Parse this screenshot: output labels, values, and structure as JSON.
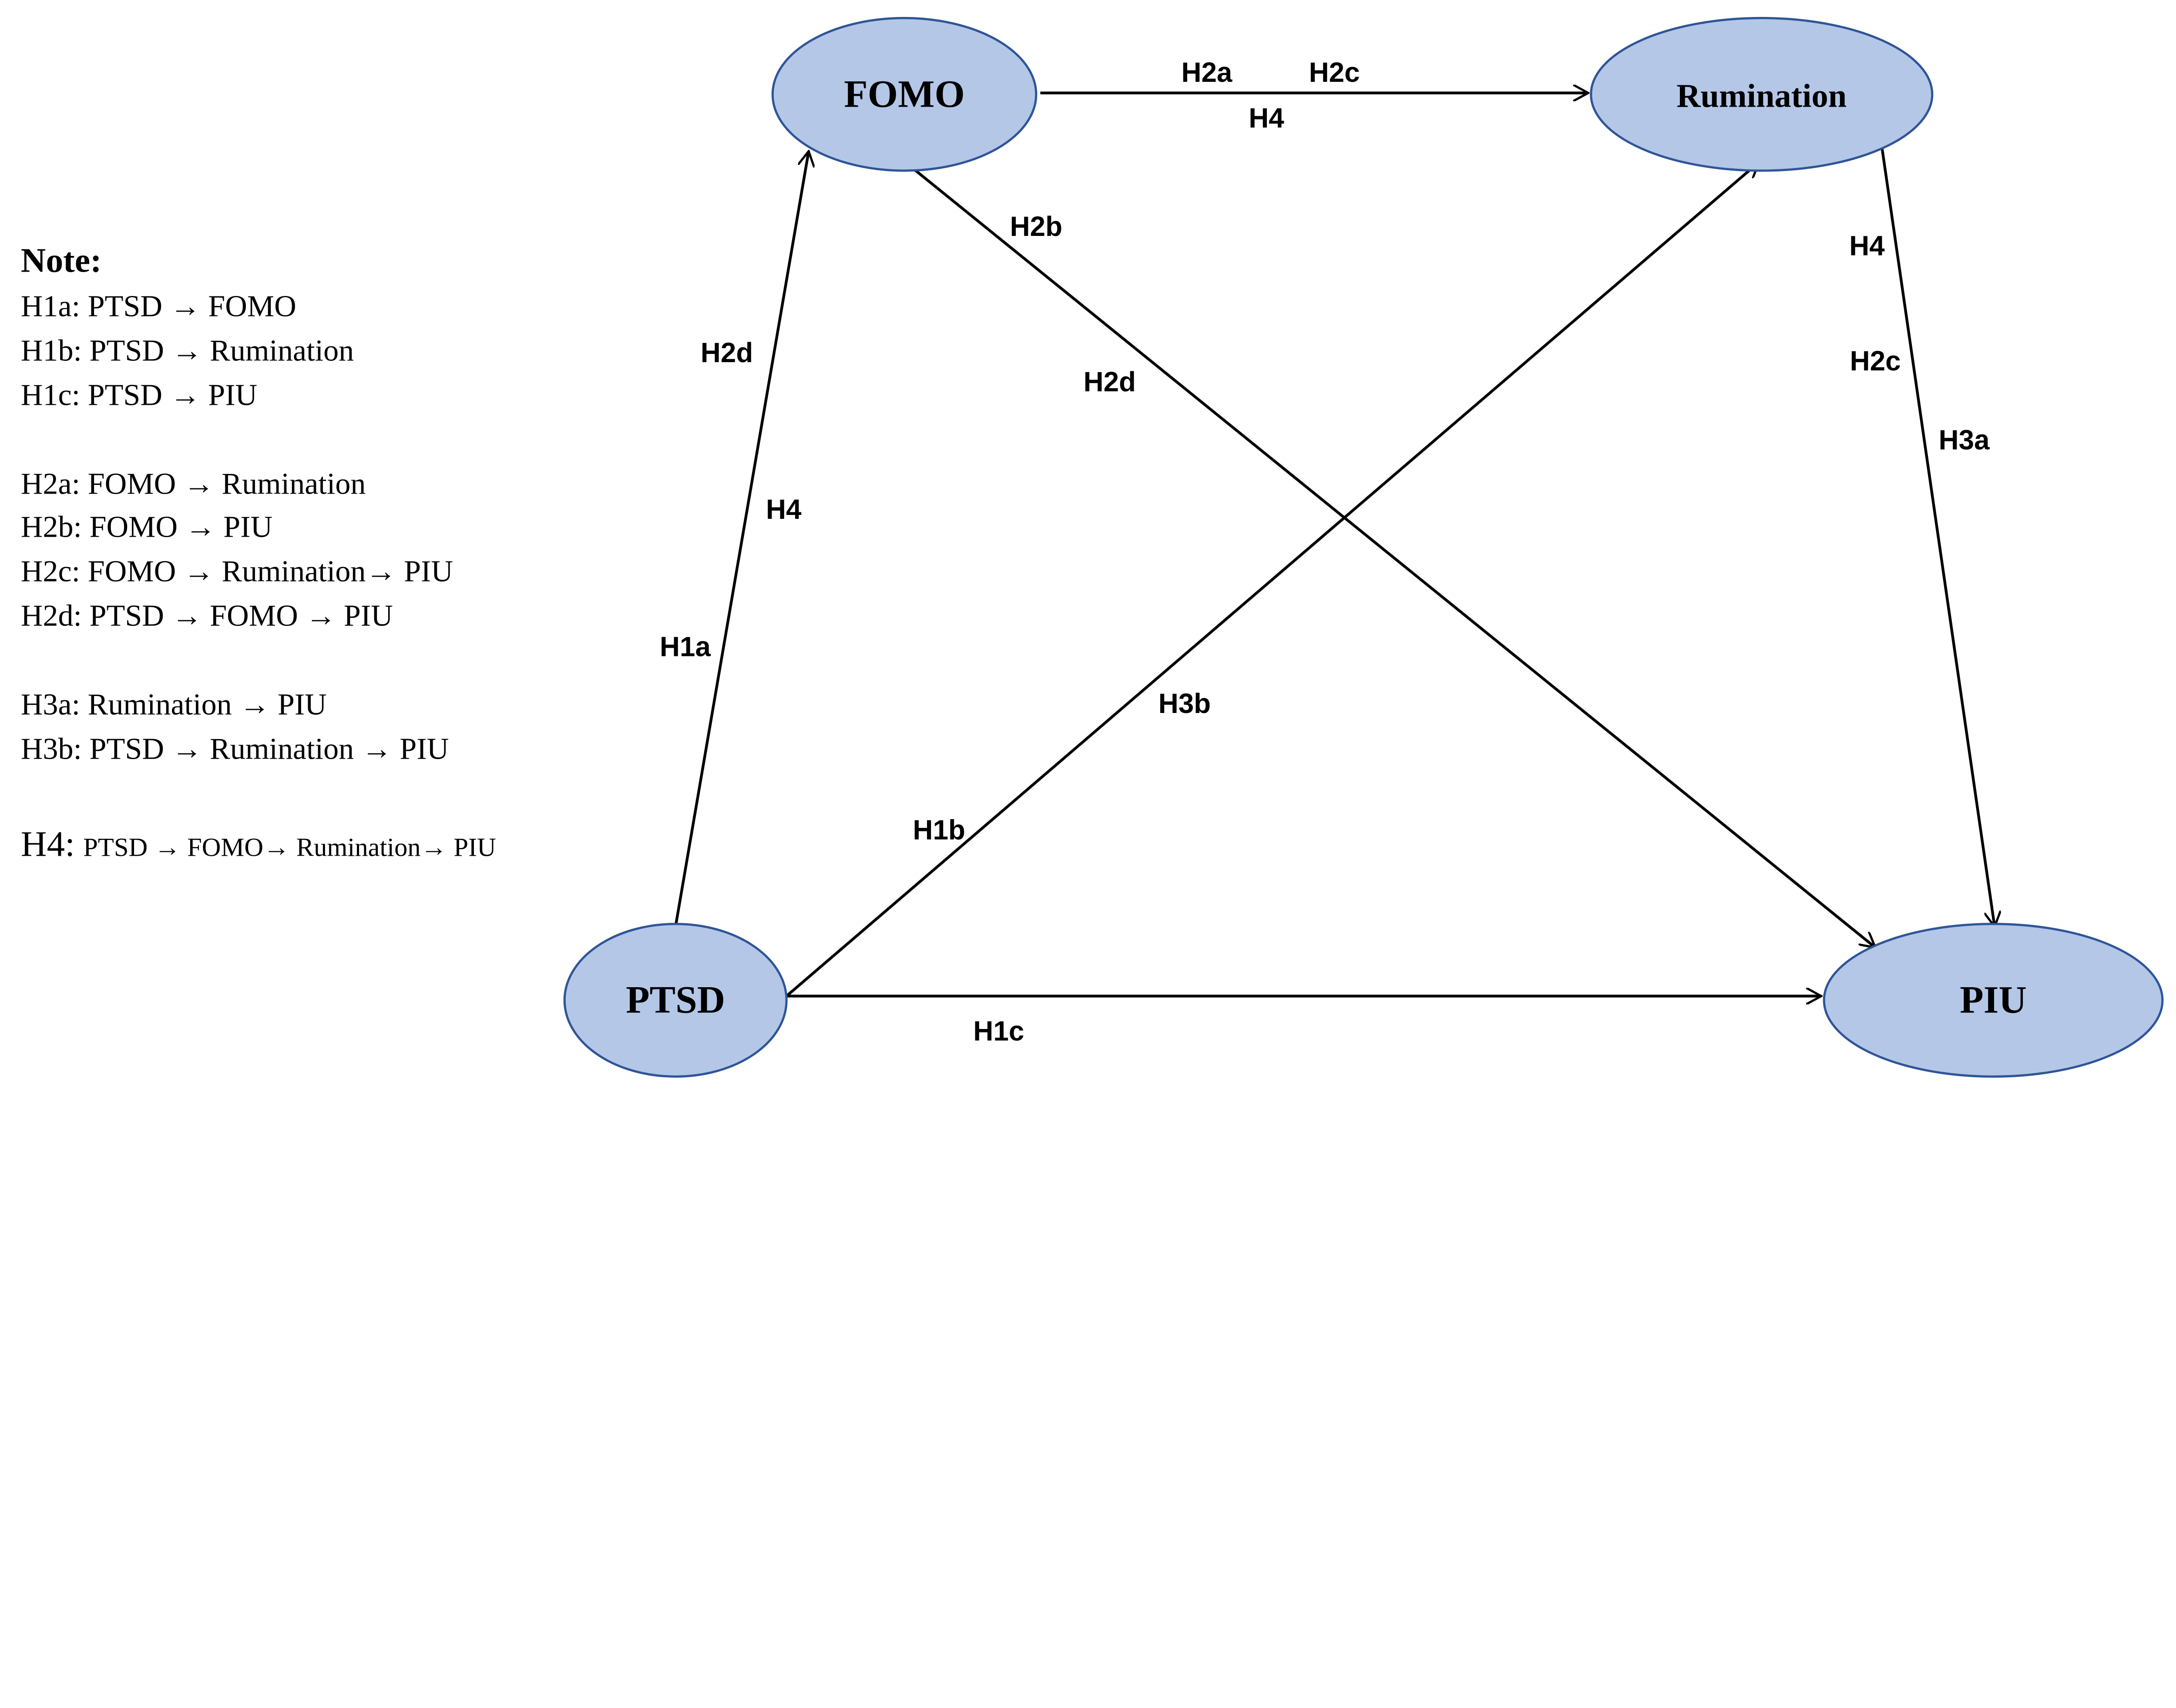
{
  "colors": {
    "node_fill": "#b4c7e7",
    "node_stroke": "#2f5597",
    "edge": "#000000"
  },
  "nodes": [
    {
      "id": "fomo",
      "label": "FOMO"
    },
    {
      "id": "rumination",
      "label": "Rumination"
    },
    {
      "id": "ptsd",
      "label": "PTSD"
    },
    {
      "id": "piu",
      "label": "PIU"
    }
  ],
  "edges": [
    {
      "from": "ptsd",
      "to": "fomo"
    },
    {
      "from": "fomo",
      "to": "rumination"
    },
    {
      "from": "fomo",
      "to": "piu"
    },
    {
      "from": "ptsd",
      "to": "rumination"
    },
    {
      "from": "ptsd",
      "to": "piu"
    },
    {
      "from": "rumination",
      "to": "piu"
    }
  ],
  "edge_labels": [
    "H2a",
    "H2c",
    "H4",
    "H2b",
    "H2d",
    "H2d",
    "H4",
    "H1a",
    "H3b",
    "H1b",
    "H1c",
    "H4",
    "H2c",
    "H3a"
  ],
  "note": {
    "title": "Note:",
    "lines": [
      "H1a: PTSD → FOMO",
      "H1b: PTSD → Rumination",
      "H1c: PTSD → PIU",
      "H2a: FOMO → Rumination",
      "H2b: FOMO → PIU",
      "H2c: FOMO → Rumination→ PIU",
      "H2d: PTSD → FOMO → PIU",
      "H3a: Rumination → PIU",
      "H3b: PTSD → Rumination → PIU"
    ],
    "h4_prefix": "H4:",
    "h4_text": "PTSD → FOMO→ Rumination→ PIU"
  }
}
